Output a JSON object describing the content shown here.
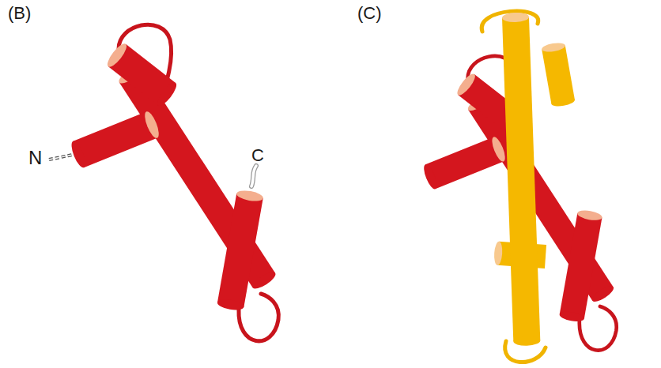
{
  "diagram": {
    "labels": [
      "(B)",
      "(C)",
      "N",
      "C"
    ]
  }
}
